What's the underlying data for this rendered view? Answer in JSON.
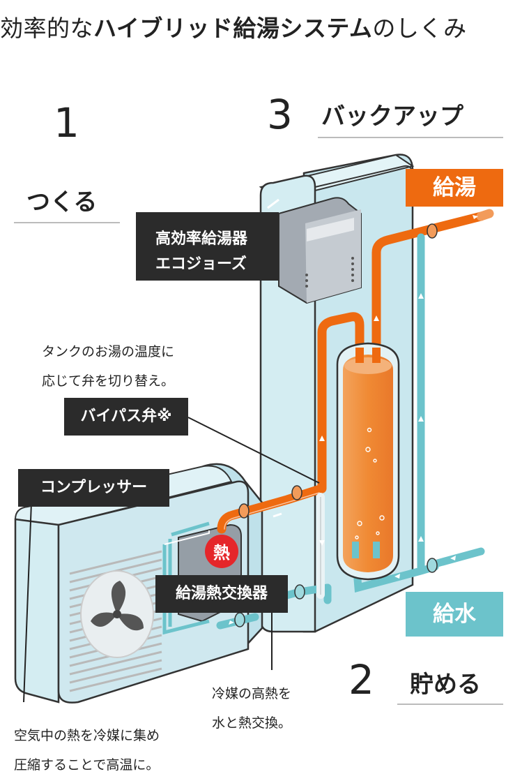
{
  "title": {
    "plain_prefix": "効率的な",
    "bold": "ハイブリッド給湯システム",
    "plain_suffix": "のしくみ"
  },
  "steps": [
    {
      "number": "1",
      "label": "つくる"
    },
    {
      "number": "2",
      "label": "貯める"
    },
    {
      "number": "3",
      "label": "バックアップ"
    }
  ],
  "labels": {
    "boiler_line1": "高効率給湯器",
    "boiler_line2": "エコジョーズ",
    "bypass_valve": "バイパス弁※",
    "compressor": "コンプレッサー",
    "heat_exchanger": "給湯熱交換器",
    "heat_badge": "熱",
    "hot_water": "給湯",
    "water_supply": "給水"
  },
  "notes": {
    "bypass_line1": "タンクのお湯の温度に",
    "bypass_line2": "応じて弁を切り替え。",
    "exchanger_line1": "冷媒の高熱を",
    "exchanger_line2": "水と熱交換。",
    "compressor_line1": "空気中の熱を冷媒に集め",
    "compressor_line2": "圧縮することで高温に。"
  },
  "colors": {
    "orange": "#ee6a10",
    "teal": "#6cc3cb",
    "light_blue": "#d4edf2",
    "dark": "#2b2b2b",
    "red": "#e5262a"
  }
}
